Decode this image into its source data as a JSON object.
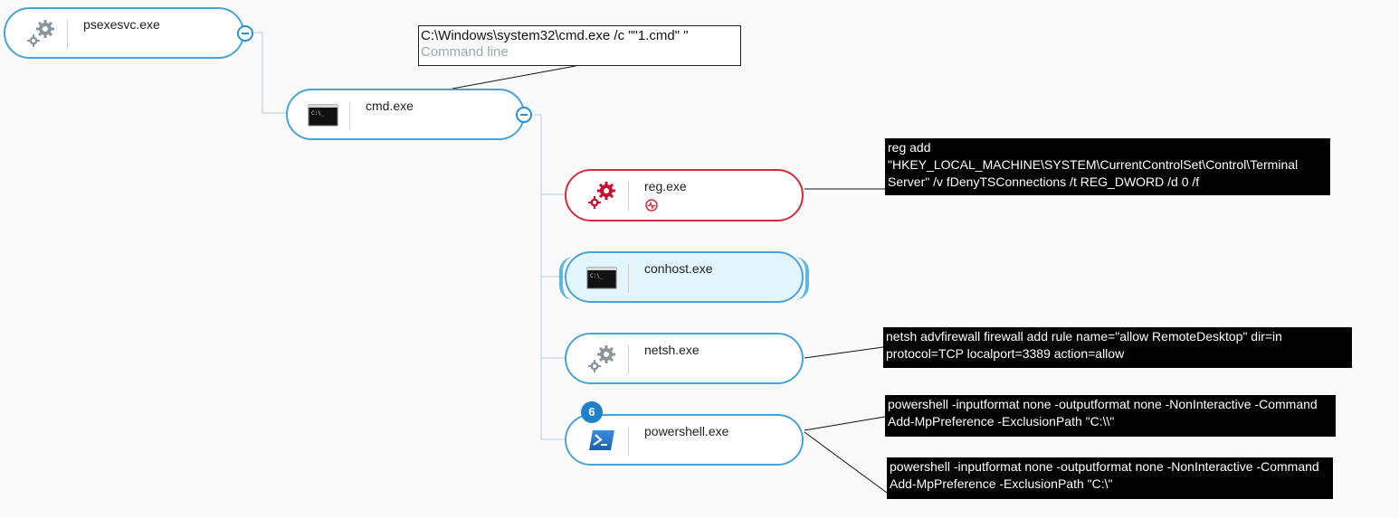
{
  "process_tree": {
    "nodes": [
      {
        "id": "psexesvc",
        "label": "psexesvc.exe",
        "icon": "gears-icon",
        "state": "normal",
        "collapsible": true
      },
      {
        "id": "cmd",
        "label": "cmd.exe",
        "icon": "console-icon",
        "state": "normal",
        "collapsible": true
      },
      {
        "id": "reg",
        "label": "reg.exe",
        "icon": "gears-icon",
        "state": "alert",
        "sub_icon": "alert-pulse-icon"
      },
      {
        "id": "conhost",
        "label": "conhost.exe",
        "icon": "console-icon",
        "state": "selected"
      },
      {
        "id": "netsh",
        "label": "netsh.exe",
        "icon": "gears-icon",
        "state": "normal"
      },
      {
        "id": "powershell",
        "label": "powershell.exe",
        "icon": "powershell-icon",
        "state": "normal",
        "badge": "6"
      }
    ]
  },
  "tooltips": {
    "cmd_command": {
      "value": "C:\\Windows\\system32\\cmd.exe /c \"\"1.cmd\" \"",
      "caption": "Command line"
    },
    "reg_command": "reg add \"HKEY_LOCAL_MACHINE\\SYSTEM\\CurrentControlSet\\Control\\Terminal Server\" /v fDenyTSConnections /t REG_DWORD /d 0 /f",
    "netsh_command": "netsh advfirewall firewall add rule name=\"allow RemoteDesktop\" dir=in protocol=TCP localport=3389 action=allow",
    "powershell_command_1": "powershell -inputformat none -outputformat none -NonInteractive -Command Add-MpPreference -ExclusionPath \"C:\\\\\"",
    "powershell_command_2": "powershell -inputformat none -outputformat none -NonInteractive -Command Add-MpPreference -ExclusionPath \"C:\\\""
  },
  "colors": {
    "node_border": "#4aa3d6",
    "alert": "#d9283d",
    "selected_fill": "#e3f5fc",
    "badge": "#1d82c9"
  }
}
